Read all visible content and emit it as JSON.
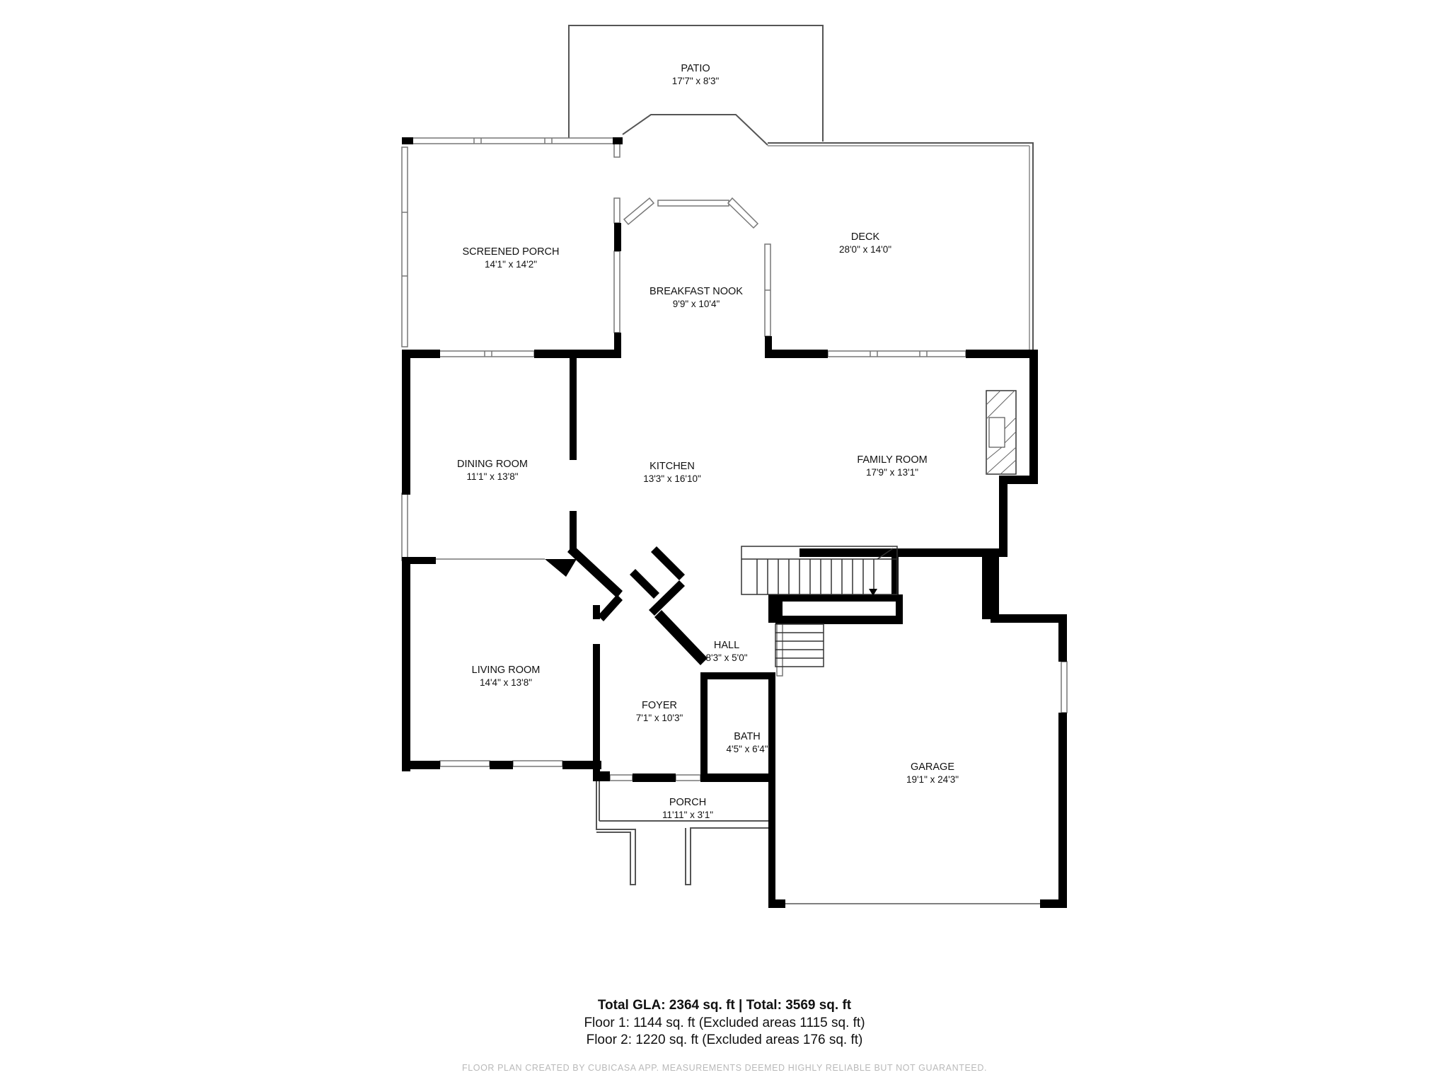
{
  "rooms": {
    "patio": {
      "name": "PATIO",
      "dim": "17'7\" x 8'3\""
    },
    "screened_porch": {
      "name": "SCREENED PORCH",
      "dim": "14'1\" x 14'2\""
    },
    "deck": {
      "name": "DECK",
      "dim": "28'0\" x 14'0\""
    },
    "breakfast_nook": {
      "name": "BREAKFAST NOOK",
      "dim": "9'9\" x 10'4\""
    },
    "dining_room": {
      "name": "DINING ROOM",
      "dim": "11'1\" x 13'8\""
    },
    "kitchen": {
      "name": "KITCHEN",
      "dim": "13'3\" x 16'10\""
    },
    "family_room": {
      "name": "FAMILY ROOM",
      "dim": "17'9\" x 13'1\""
    },
    "hall": {
      "name": "HALL",
      "dim": "8'3\" x 5'0\""
    },
    "living_room": {
      "name": "LIVING ROOM",
      "dim": "14'4\" x 13'8\""
    },
    "foyer": {
      "name": "FOYER",
      "dim": "7'1\" x 10'3\""
    },
    "bath": {
      "name": "BATH",
      "dim": "4'5\" x 6'4\""
    },
    "garage": {
      "name": "GARAGE",
      "dim": "19'1\" x 24'3\""
    },
    "porch": {
      "name": "PORCH",
      "dim": "11'11\" x 3'1\""
    }
  },
  "summary": {
    "total": "Total GLA: 2364 sq. ft | Total: 3569 sq. ft",
    "floor1": "Floor 1: 1144 sq. ft (Excluded areas 1115 sq. ft)",
    "floor2": "Floor 2: 1220 sq. ft (Excluded areas 176 sq. ft)"
  },
  "disclaimer": "FLOOR PLAN CREATED BY CUBICASA APP. MEASUREMENTS DEEMED HIGHLY RELIABLE BUT NOT GUARANTEED.",
  "colors": {
    "wall": "#000000",
    "thin_line": "#555555",
    "window": "#777777",
    "background": "#ffffff"
  }
}
